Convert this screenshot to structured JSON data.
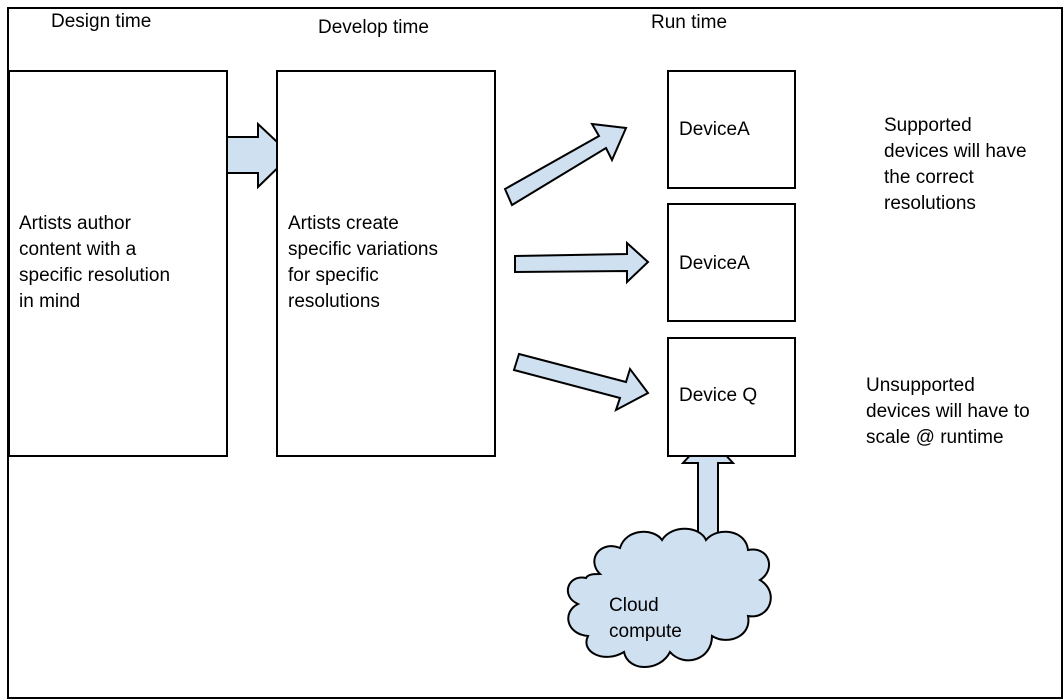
{
  "columns": {
    "design": "Design time",
    "develop": "Develop time",
    "run": "Run time"
  },
  "boxes": {
    "design": "Artists author\ncontent with a\nspecific resolution\nin mind",
    "develop": "Artists create\nspecific variations\nfor specific\nresolutions",
    "device1": "DeviceA",
    "device2": "DeviceA",
    "device3": "Device Q",
    "cloud": "Cloud\ncompute"
  },
  "notes": {
    "supported": "Supported\ndevices will have\nthe correct\nresolutions",
    "unsupported": "Unsupported\ndevices will have to\nscale @ runtime"
  },
  "colors": {
    "arrow_fill": "#cfe0f1",
    "cloud_fill": "#cfe0f1",
    "stroke": "#000000"
  }
}
